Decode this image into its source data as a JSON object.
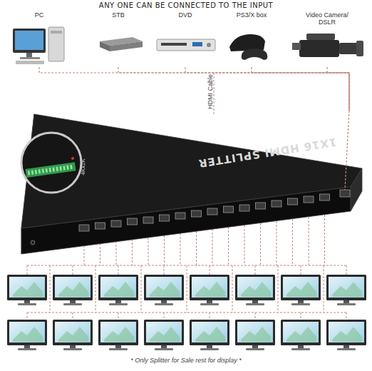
{
  "diagram": {
    "title": "ANY ONE CAN BE CONNECTED TO THE INPUT",
    "caption": "* Only Splitter for Sale rest for display *",
    "nodes": [
      {
        "text": [
          "PC"
        ]
      },
      {
        "text": [
          "STB"
        ]
      },
      {
        "text": [
          "DVD"
        ]
      },
      {
        "text": [
          "PS3/X box"
        ]
      },
      {
        "text": [
          "Video Camera/ DSLR"
        ]
      },
      {
        "text": [
          "1X16 HDMI SPLITTER"
        ]
      }
    ],
    "edges": [
      {
        "from": 0,
        "to": 5,
        "arrow": "none"
      },
      {
        "from": 1,
        "to": 5,
        "arrow": "none"
      },
      {
        "from": 2,
        "to": 5,
        "arrow": "none"
      },
      {
        "from": 3,
        "to": 5,
        "arrow": "none"
      },
      {
        "from": 4,
        "to": 5,
        "arrow": "none"
      }
    ],
    "labels": [
      "HDMI Cable",
      "4Kx2K"
    ]
  }
}
